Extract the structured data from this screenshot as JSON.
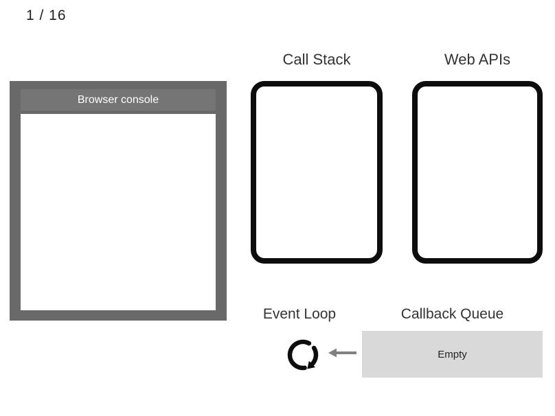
{
  "page": {
    "counter": "1 / 16"
  },
  "console": {
    "title": "Browser console"
  },
  "call_stack": {
    "label": "Call Stack"
  },
  "web_apis": {
    "label": "Web APIs"
  },
  "event_loop": {
    "label": "Event Loop",
    "icon": "clockwise-cycle-icon"
  },
  "callback_queue": {
    "label": "Callback Queue",
    "status": "Empty",
    "arrow_icon": "left-arrow-icon"
  },
  "colors": {
    "console_frame": "#696969",
    "console_titlebar": "#757575",
    "console_title_text": "#ffffff",
    "box_border": "#0d0d0d",
    "icon_black": "#0d0d0d",
    "arrow_gray": "#808080",
    "queue_box_fill": "#d9d9d9",
    "label_text": "#333333"
  }
}
